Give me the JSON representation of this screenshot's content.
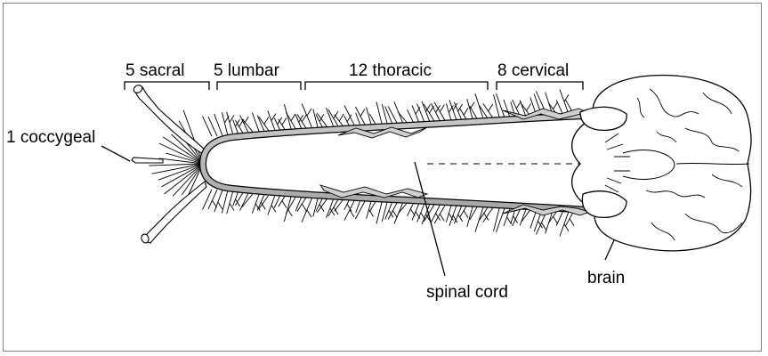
{
  "labels": {
    "sacral": "5 sacral",
    "lumbar": "5 lumbar",
    "thoracic": "12 thoracic",
    "cervical": "8 cervical",
    "coccygeal": "1 coccygeal",
    "spinal_cord": "spinal cord",
    "brain": "brain"
  },
  "colors": {
    "cord_fill": "#b4b4b4",
    "line": "#000000",
    "border": "#808080"
  }
}
